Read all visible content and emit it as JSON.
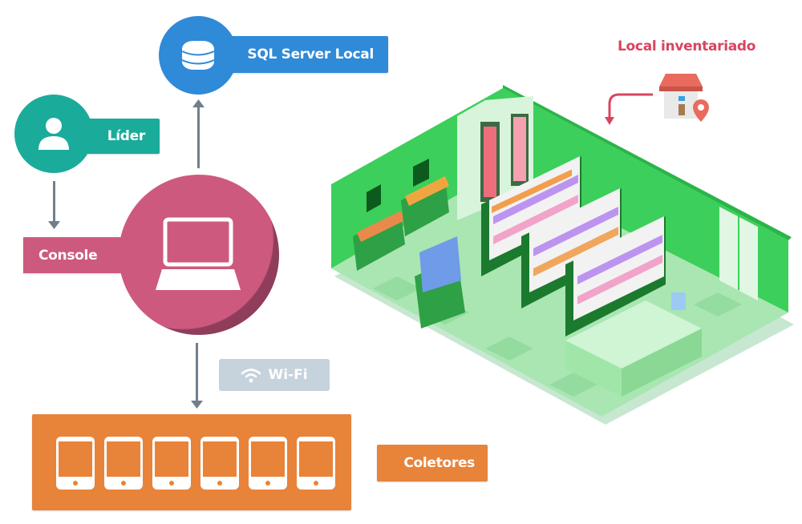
{
  "nodes": {
    "sql_server": {
      "label": "SQL Server Local",
      "icon": "database-icon",
      "color": "#2f8ad8"
    },
    "leader": {
      "label": "Líder",
      "icon": "user-icon",
      "color": "#1aab9b"
    },
    "console": {
      "label": "Console",
      "icon": "laptop-icon",
      "color": "#cd5a7e",
      "shadow_color": "#8f3d5a"
    },
    "wifi": {
      "label": "Wi-Fi",
      "icon": "wifi-icon",
      "color": "#c6d2dc"
    },
    "collectors": {
      "label": "Coletores",
      "icon": "tablet-icon",
      "count": 6,
      "color": "#e8833a"
    },
    "inventoried_site": {
      "label": "Local inventariado",
      "icon": "store-location-icon",
      "color": "#d9455f"
    }
  },
  "connections": [
    {
      "from": "Líder",
      "to": "Console",
      "direction": "down"
    },
    {
      "from": "Console",
      "to": "SQL Server Local",
      "direction": "up"
    },
    {
      "from": "Console",
      "to": "Coletores",
      "direction": "down",
      "via": "Wi-Fi"
    },
    {
      "from": "Local inventariado",
      "to": "store-illustration",
      "direction": "down-left"
    }
  ],
  "illustration": {
    "name": "isometric-supermarket",
    "color": "#3ccf5b"
  }
}
